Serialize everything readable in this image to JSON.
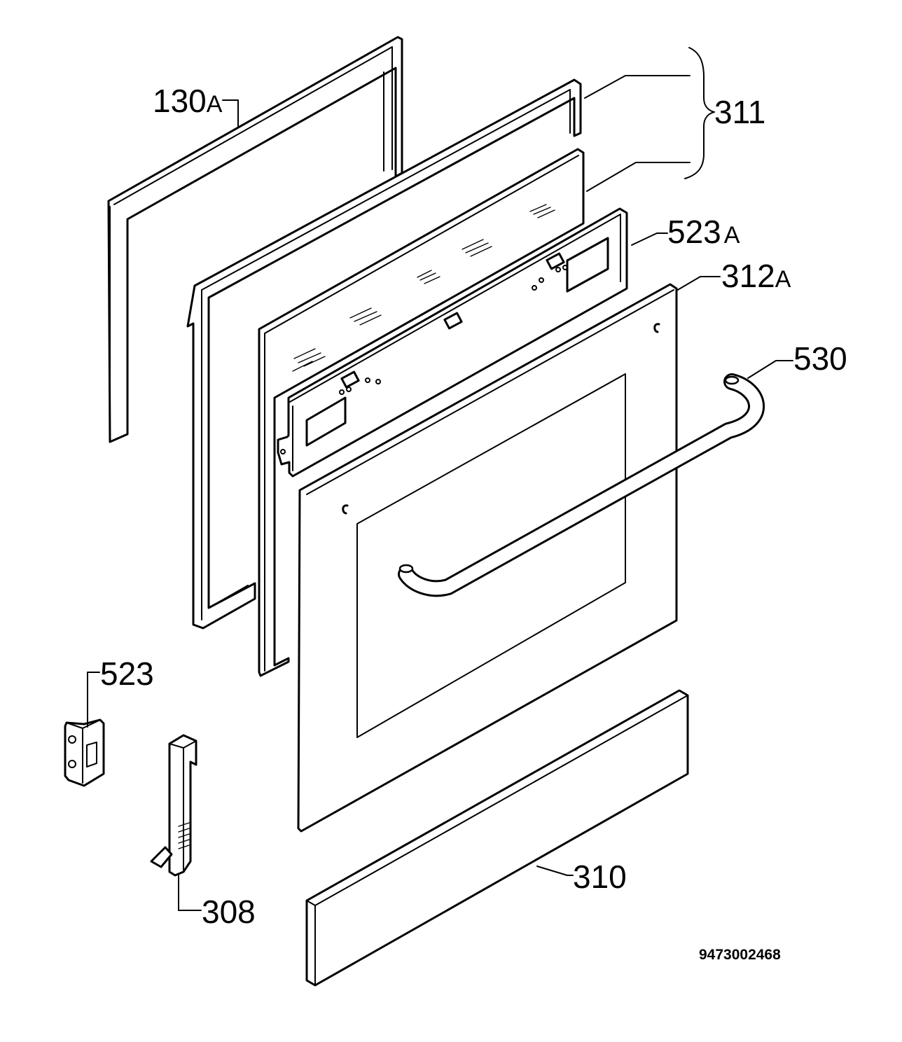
{
  "labels": {
    "p130": {
      "num": "130",
      "suffix": "A"
    },
    "p311": {
      "num": "311"
    },
    "p523A": {
      "num": "523",
      "suffix": "A"
    },
    "p312A": {
      "num": "312",
      "suffix": "A"
    },
    "p530": {
      "num": "530"
    },
    "p523": {
      "num": "523"
    },
    "p308": {
      "num": "308"
    },
    "p310": {
      "num": "310"
    }
  },
  "drawing_code": "9473002468"
}
